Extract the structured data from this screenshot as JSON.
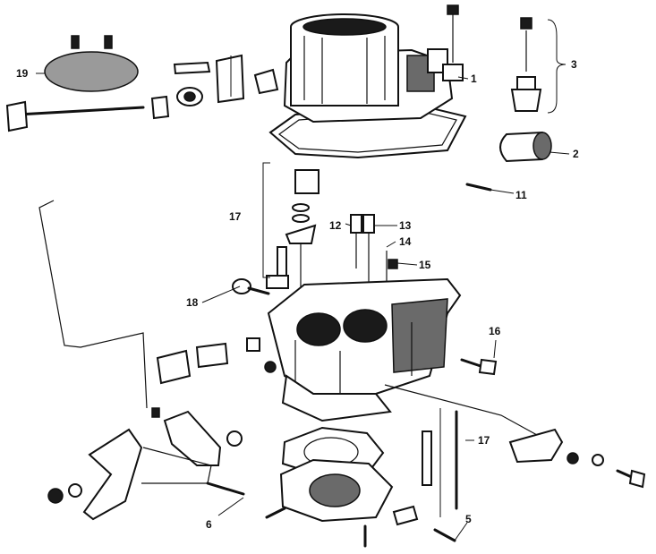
{
  "callouts": [
    {
      "id": "1",
      "text": "1"
    },
    {
      "id": "2",
      "text": "2"
    },
    {
      "id": "3",
      "text": "3"
    },
    {
      "id": "5",
      "text": "5"
    },
    {
      "id": "6",
      "text": "6"
    },
    {
      "id": "11",
      "text": "11"
    },
    {
      "id": "12",
      "text": "12"
    },
    {
      "id": "13",
      "text": "13"
    },
    {
      "id": "14",
      "text": "14"
    },
    {
      "id": "15",
      "text": "15"
    },
    {
      "id": "16",
      "text": "16"
    },
    {
      "id": "17a",
      "text": "17"
    },
    {
      "id": "17b",
      "text": "17"
    },
    {
      "id": "18",
      "text": "18"
    },
    {
      "id": "19",
      "text": "19"
    }
  ],
  "colors": {
    "ink": "#111111",
    "paper": "#ffffff",
    "shade": "#6a6a6a"
  }
}
